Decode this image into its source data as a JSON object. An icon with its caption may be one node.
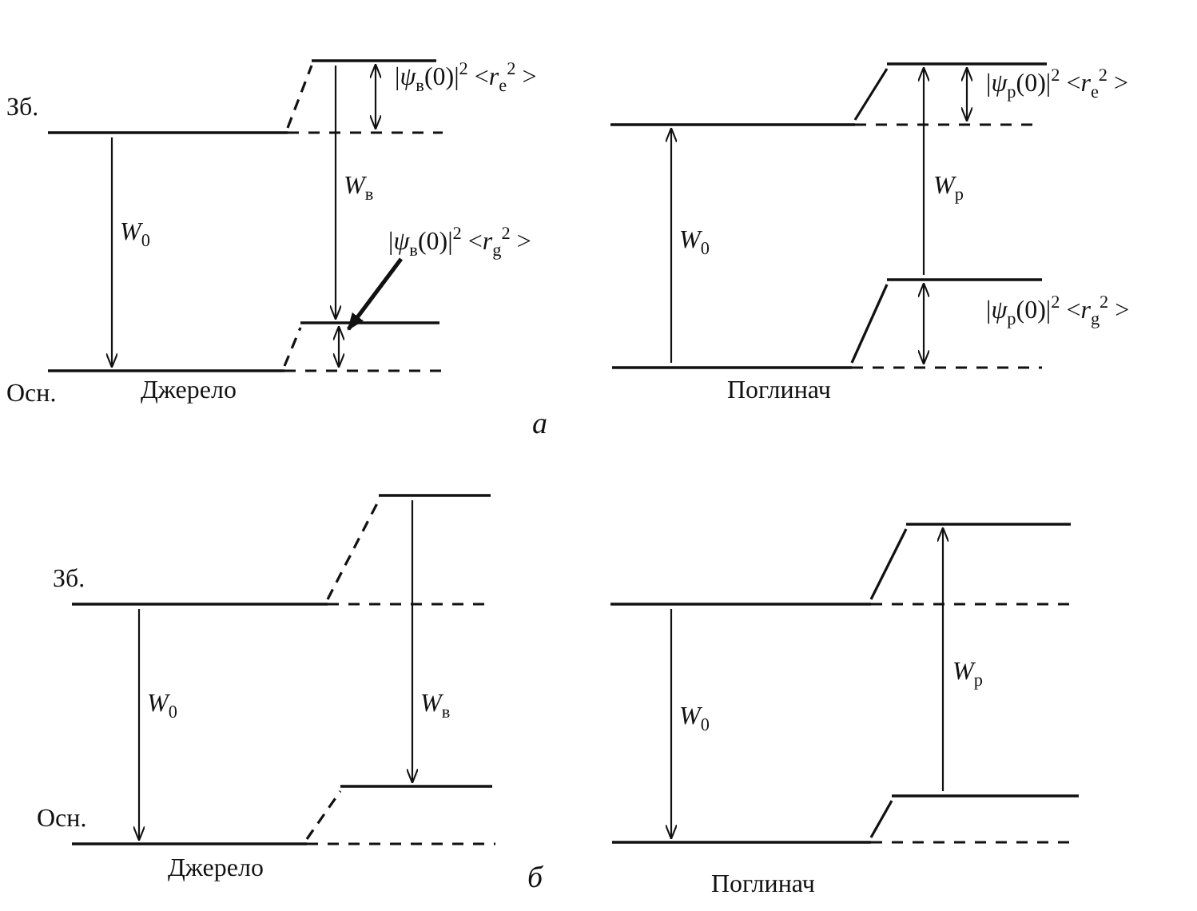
{
  "diagram": {
    "nodes": [
      {
        "text": [],
        "shape": "bar",
        "beside": [
          "Зб."
        ]
      },
      {
        "text": [],
        "shape": "bar"
      },
      {
        "text": [],
        "shape": "bar",
        "beside": [
          "Осн."
        ]
      },
      {
        "text": [],
        "shape": "bar"
      },
      {
        "text": [
          "|*ψ*$_{в}$(0)|$^{2}$ <*r*$_{g}$$^{2}$ >"
        ]
      },
      {
        "text": [],
        "shape": "bar"
      },
      {
        "text": [],
        "shape": "bar"
      },
      {
        "text": [],
        "shape": "bar"
      },
      {
        "text": [],
        "shape": "bar"
      },
      {
        "text": [],
        "shape": "bar",
        "beside": [
          "Зб."
        ]
      },
      {
        "text": [],
        "shape": "bar"
      },
      {
        "text": [],
        "shape": "bar",
        "beside": [
          "Осн."
        ]
      },
      {
        "text": [],
        "shape": "bar"
      },
      {
        "text": [],
        "shape": "bar"
      },
      {
        "text": [],
        "shape": "bar"
      },
      {
        "text": [],
        "shape": "bar"
      },
      {
        "text": [],
        "shape": "bar"
      }
    ],
    "edges": [
      {
        "from": 0,
        "to": 2,
        "arrow": "to",
        "label": "*W*$_{0}$"
      },
      {
        "from": 1,
        "to": 3,
        "arrow": "to",
        "label": "*W*$_{в}$"
      },
      {
        "from": 0,
        "to": 1,
        "arrow": "both",
        "label": "|*ψ*$_{в}$(0)|$^{2}$ <*r*$_{e}$$^{2}$ >"
      },
      {
        "from": 2,
        "to": 3,
        "arrow": "both"
      },
      {
        "from": 4,
        "to": 3,
        "arrow": "to",
        "style": "thick"
      },
      {
        "from": 7,
        "to": 5,
        "arrow": "to",
        "label": "*W*$_{0}$"
      },
      {
        "from": 8,
        "to": 6,
        "arrow": "to",
        "label": "*W*$_{p}$"
      },
      {
        "from": 5,
        "to": 6,
        "arrow": "both",
        "label": "|*ψ*$_{p}$(0)|$^{2}$ <*r*$_{e}$$^{2}$ >"
      },
      {
        "from": 7,
        "to": 8,
        "arrow": "both",
        "label": "|*ψ*$_{p}$(0)|$^{2}$ <*r*$_{g}$$^{2}$ >"
      },
      {
        "from": 9,
        "to": 11,
        "arrow": "to",
        "label": "*W*$_{0}$"
      },
      {
        "from": 10,
        "to": 12,
        "arrow": "to",
        "label": "*W*$_{в}$"
      },
      {
        "from": 13,
        "to": 15,
        "arrow": "to",
        "label": "*W*$_{0}$"
      },
      {
        "from": 16,
        "to": 14,
        "arrow": "to",
        "label": "*W*$_{p}$"
      },
      {
        "from": 0,
        "to": 1,
        "arrow": "none",
        "style": "dashed"
      },
      {
        "from": 2,
        "to": 3,
        "arrow": "none",
        "style": "dashed"
      },
      {
        "from": 5,
        "to": 6,
        "arrow": "none"
      },
      {
        "from": 7,
        "to": 8,
        "arrow": "none"
      },
      {
        "from": 9,
        "to": 10,
        "arrow": "none",
        "style": "dashed"
      },
      {
        "from": 11,
        "to": 12,
        "arrow": "none",
        "style": "dashed"
      },
      {
        "from": 13,
        "to": 14,
        "arrow": "none"
      },
      {
        "from": 15,
        "to": 16,
        "arrow": "none"
      }
    ],
    "labels": [
      "Джерело",
      "Поглинач",
      "а",
      "Джерело",
      "Поглинач",
      "б"
    ]
  }
}
